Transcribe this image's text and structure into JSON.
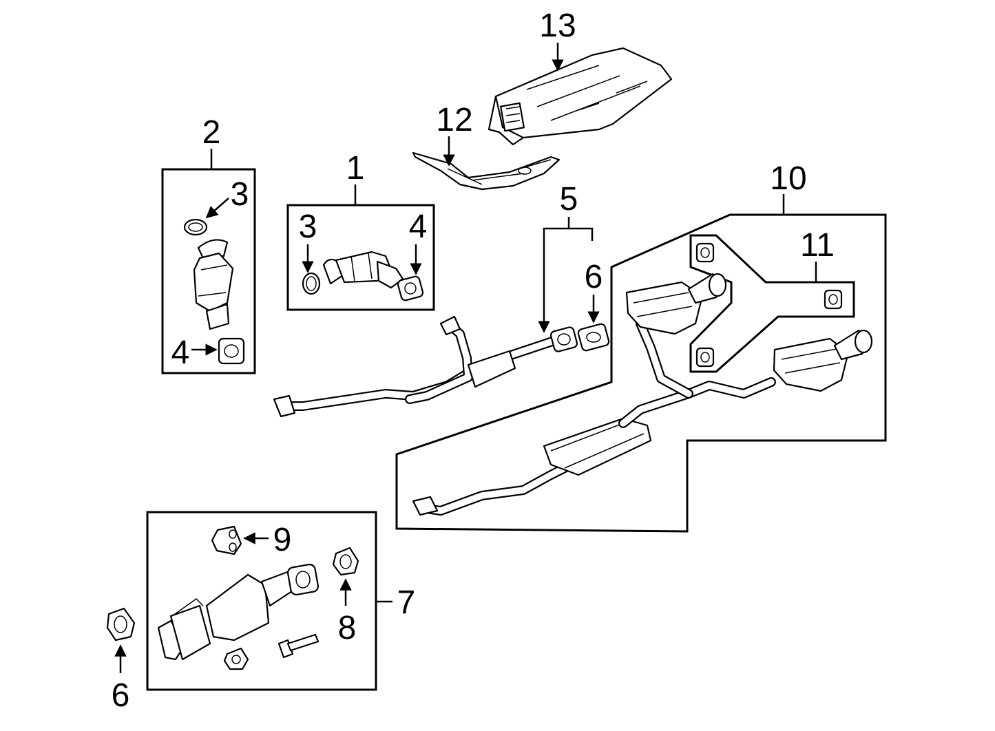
{
  "callouts": {
    "c1": "1",
    "c2": "2",
    "c3a": "3",
    "c3b": "3",
    "c4a": "4",
    "c4b": "4",
    "c5": "5",
    "c6a": "6",
    "c6b": "6",
    "c7": "7",
    "c8": "8",
    "c9": "9",
    "c10": "10",
    "c11": "11",
    "c12": "12",
    "c13": "13"
  }
}
